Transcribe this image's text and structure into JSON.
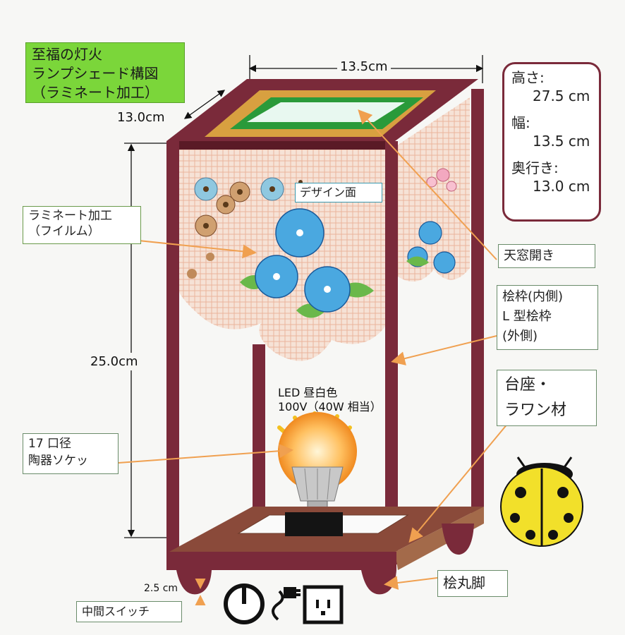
{
  "title": {
    "line1": "至福の灯火",
    "line2": "ランプシェード構図",
    "line3": "（ラミネート加工）"
  },
  "dimensions": {
    "top_width": "13.5cm",
    "top_depth": "13.0cm",
    "body_height": "25.0cm",
    "foot_height": "2.5 cm"
  },
  "spec_box": {
    "height_label": "高さ:",
    "height_value": "27.5 cm",
    "width_label": "幅:",
    "width_value": "13.5 cm",
    "depth_label": "奥行き:",
    "depth_value": "13.0 cm"
  },
  "labels": {
    "design_face": "デザイン面",
    "laminate_line1": "ラミネート加工",
    "laminate_line2": "（フイルム）",
    "skylight": "天窓開き",
    "frame_line1": "桧枠(内側)",
    "frame_line2": "L 型桧枠",
    "frame_line3": "(外側)",
    "base_line1": "台座・",
    "base_line2": "ラワン材",
    "led_line1": "LED 昼白色",
    "led_line2": "100V（40W 相当）",
    "socket_line1": "17 口径",
    "socket_line2": "陶器ソケッ",
    "legs": "桧丸脚",
    "switch": "中間スイッチ"
  },
  "colors": {
    "frame": "#7a2a3a",
    "frame_light": "#a35a4a",
    "title_bg": "#7bd63a",
    "arrow": "#f0a050",
    "shade_mesh": "#f0c8b4",
    "skylight_green": "#2a9a3a",
    "skylight_gold": "#d8a040",
    "flower_blue": "#4aa8e0",
    "ladybug_yellow": "#f2e02a"
  }
}
